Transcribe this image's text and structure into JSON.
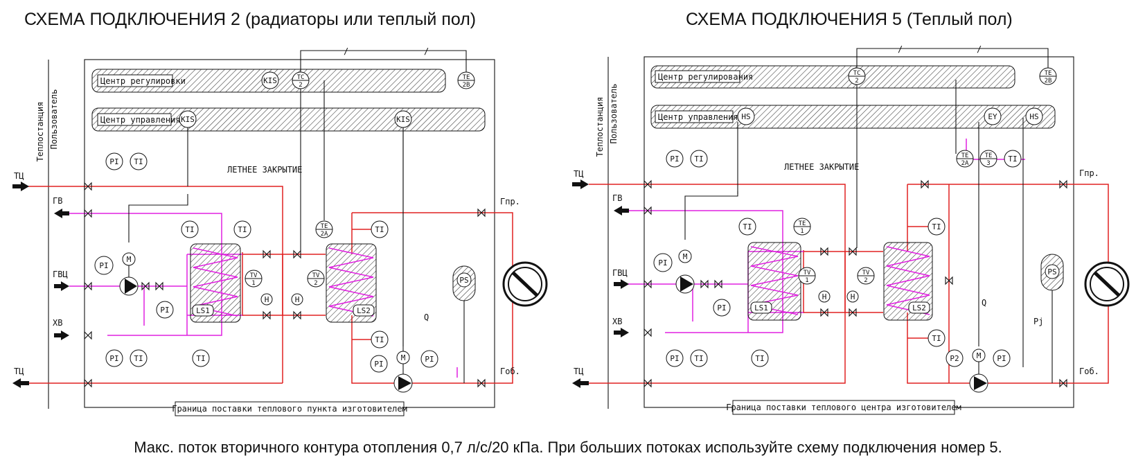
{
  "titles": {
    "left": "СХЕМА ПОДКЛЮЧЕНИЯ 2 (радиаторы или теплый пол)",
    "right": "СХЕМА ПОДКЛЮЧЕНИЯ 5 (Теплый пол)"
  },
  "footer": "Макс. поток вторичного контура отопления 0,7 л/с/20 кПа. При больших потоках используйте схему подключения номер 5.",
  "left": {
    "teplostancia": "Теплостанция",
    "polzovatel": "Пользователь",
    "center_reg": "Центр регулировки",
    "center_upr": "Центр управления",
    "summer": "ЛЕТНЕЕ ЗАКРЫТИЕ",
    "boundary": "Граница поставки теплового пункта изготовителем",
    "ports": {
      "tc_in": "ТЦ",
      "gv": "ГВ",
      "gvc": "ГВЦ",
      "hv": "ХВ",
      "tc_out": "ТЦ",
      "gpr": "Гпр.",
      "gob": "Гоб."
    },
    "hx1": "LS1",
    "hx2": "LS2",
    "ps": "PS",
    "q": "Q",
    "inst": {
      "kis1": "KIS",
      "tc2": "TC|2",
      "te2b": "TE|2B",
      "kis2": "KIS",
      "kis3": "KIS",
      "pi1": "PI",
      "ti1": "TI",
      "pi2": "PI",
      "pi3": "PI",
      "m1": "M",
      "ti2": "TI",
      "ti3": "TI",
      "te2a": "TE|2A",
      "ti4": "TI",
      "tv1": "TV|1",
      "tv2": "TV|2",
      "h1": "H",
      "h2": "H",
      "ti5": "TI",
      "pi4": "PI",
      "ti6": "TI",
      "ti7": "TI",
      "pi5": "PI",
      "m2": "M",
      "pi6": "PI"
    }
  },
  "right": {
    "teplostancia": "Теплостанция",
    "polzovatel": "Пользователь",
    "center_reg": "Центр регулирования",
    "center_upr": "Центр управления",
    "summer": "ЛЕТНЕЕ ЗАКРЫТИЕ",
    "boundary": "Граница поставки теплового центра изготовителем",
    "ports": {
      "tc_in": "ТЦ",
      "gv": "ГВ",
      "gvc": "ГВЦ",
      "hv": "ХВ",
      "tc_out": "ТЦ",
      "gpr": "Гпр.",
      "gob": "Гоб."
    },
    "hx1": "LS1",
    "hx2": "LS2",
    "ps": "PS",
    "q": "Q",
    "pj": "Pj",
    "inst": {
      "tc2": "TC|2",
      "te2b": "TE|2B",
      "hs1": "HS",
      "ey": "EY",
      "hs2": "HS",
      "pi1": "PI",
      "ti1": "TI",
      "te2a": "TE|2A",
      "te3": "TE|3",
      "ti2": "TI",
      "ti3": "TI",
      "te1": "TE|1",
      "pi2": "PI",
      "m1": "M",
      "pi3": "PI",
      "tv1": "TV|1",
      "tv2": "TV|2",
      "h1": "H",
      "h2": "H",
      "ti4": "TI",
      "ti5": "TI",
      "ti6": "TI",
      "pi4": "PI",
      "ti7": "TI",
      "p2": "P2",
      "m2": "M",
      "pi5": "PI"
    }
  }
}
